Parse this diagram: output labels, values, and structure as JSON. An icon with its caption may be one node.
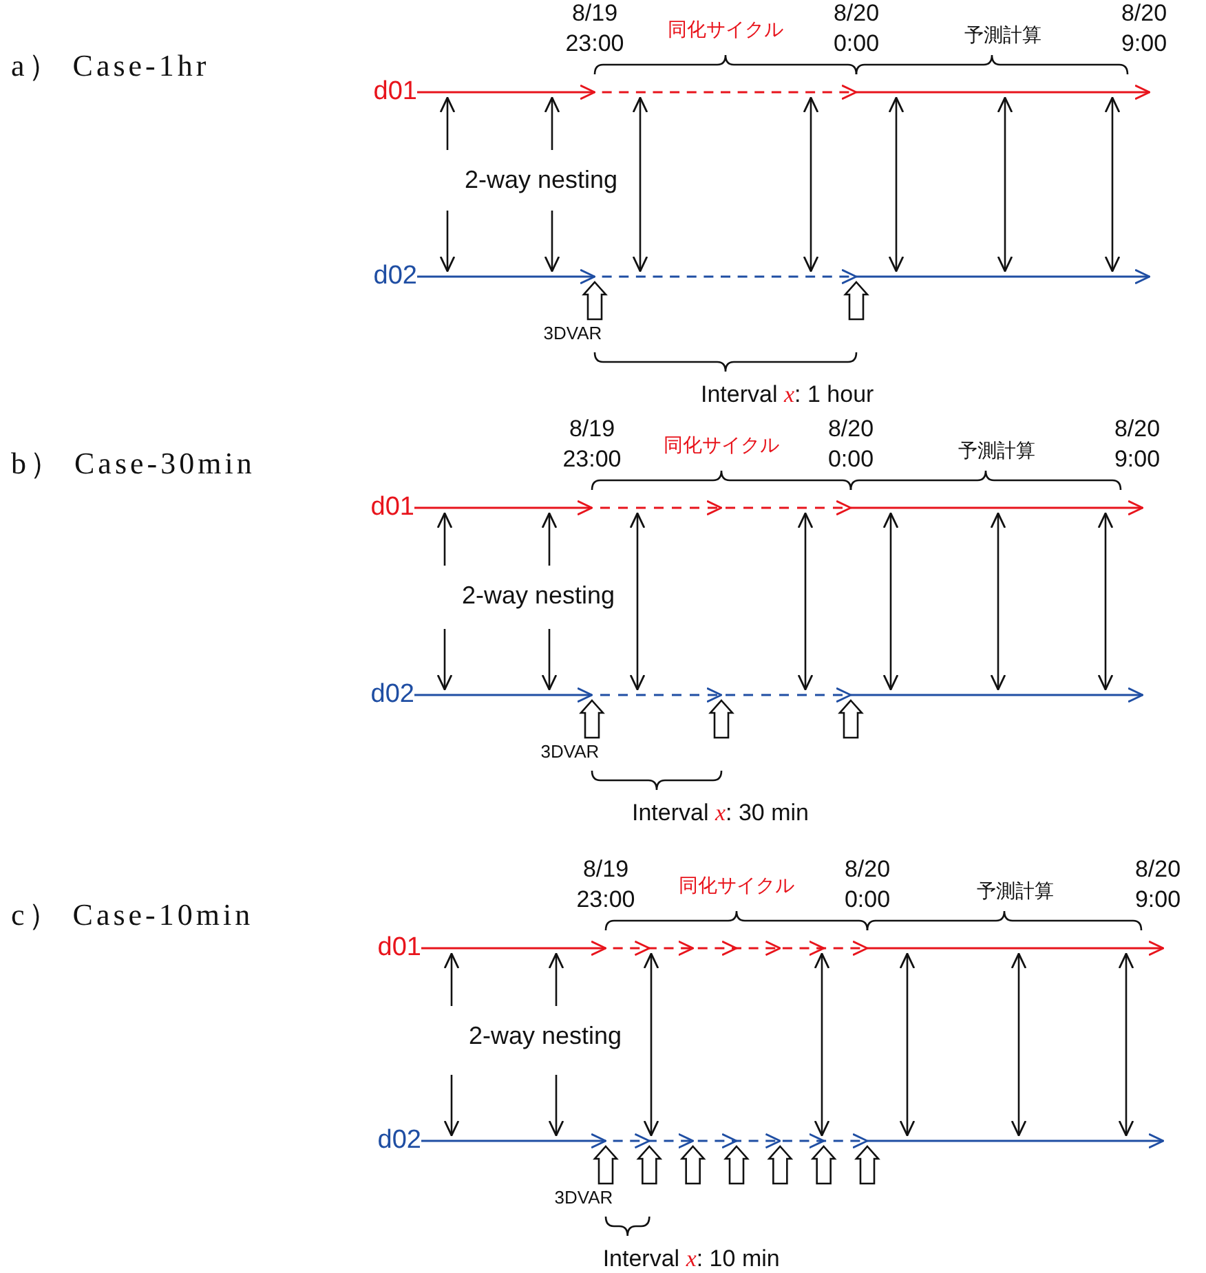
{
  "diagram": {
    "nodes": [
      {
        "text": [
          "d01"
        ]
      },
      {
        "text": [
          "d02"
        ]
      },
      {
        "text": [
          "d01"
        ]
      },
      {
        "text": [
          "d02"
        ]
      },
      {
        "text": [
          "d01"
        ]
      },
      {
        "text": [
          "d02"
        ]
      }
    ],
    "edges": [
      {
        "from": 0,
        "to": null,
        "arrow": "to",
        "color": "#e8141c"
      },
      {
        "from": 1,
        "to": null,
        "arrow": "to",
        "color": "#1f4ea3"
      },
      {
        "from": 2,
        "to": null,
        "arrow": "to",
        "color": "#e8141c"
      },
      {
        "from": 3,
        "to": null,
        "arrow": "to",
        "color": "#1f4ea3"
      },
      {
        "from": 4,
        "to": null,
        "arrow": "to",
        "color": "#e8141c"
      },
      {
        "from": 5,
        "to": null,
        "arrow": "to",
        "color": "#1f4ea3"
      }
    ],
    "labels": [
      "a） Case-1hr",
      "8/19 23:00",
      "同化サイクル",
      "8/20 0:00",
      "予測計算",
      "8/20 9:00",
      "2-way nesting",
      "3DVAR",
      "Interval *x*: 1 hour",
      "b） Case-30min",
      "8/19 23:00",
      "同化サイクル",
      "8/20 0:00",
      "予測計算",
      "8/20 9:00",
      "2-way nesting",
      "3DVAR",
      "Interval *x*: 30 min",
      "c） Case-10min",
      "8/19 23:00",
      "同化サイクル",
      "8/20 0:00",
      "予測計算",
      "8/20 9:00",
      "2-way nesting",
      "3DVAR",
      "Interval *x*: 10 min"
    ]
  }
}
